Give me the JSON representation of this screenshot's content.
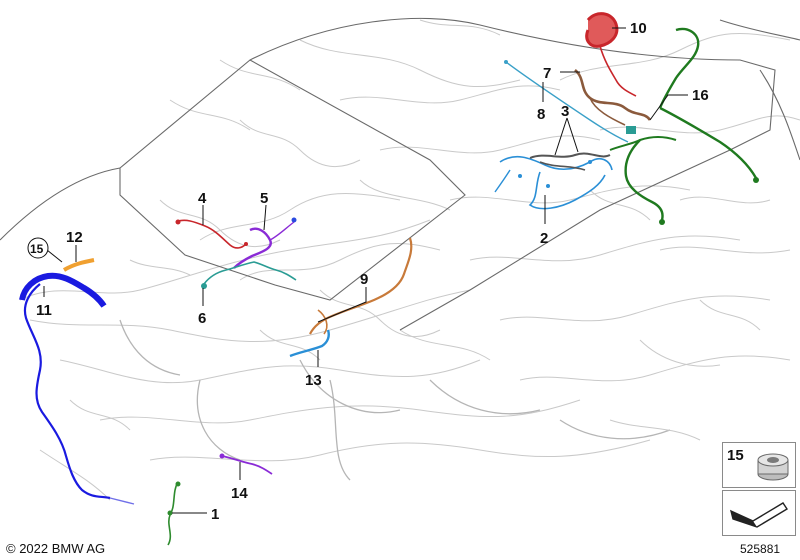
{
  "footer": {
    "copyright": "© 2022 BMW AG",
    "image_id": "525881"
  },
  "callouts": [
    {
      "id": "1",
      "label": "1"
    },
    {
      "id": "2",
      "label": "2"
    },
    {
      "id": "3",
      "label": "3"
    },
    {
      "id": "4",
      "label": "4"
    },
    {
      "id": "5",
      "label": "5"
    },
    {
      "id": "6",
      "label": "6"
    },
    {
      "id": "7",
      "label": "7"
    },
    {
      "id": "8",
      "label": "8"
    },
    {
      "id": "9",
      "label": "9"
    },
    {
      "id": "10",
      "label": "10"
    },
    {
      "id": "11",
      "label": "11"
    },
    {
      "id": "12",
      "label": "12"
    },
    {
      "id": "13",
      "label": "13"
    },
    {
      "id": "14",
      "label": "14"
    },
    {
      "id": "15",
      "label": "15"
    },
    {
      "id": "16",
      "label": "16"
    }
  ],
  "legend": {
    "part_label": "15"
  },
  "colors": {
    "harness_1": "#2e8b2e",
    "harness_2": "#2a8fd6",
    "harness_3": "#555555",
    "harness_4": "#c8262b",
    "harness_5": "#8a2bd6",
    "harness_6": "#2a9c94",
    "harness_7": "#8b5a3c",
    "harness_8": "#3aa0c8",
    "harness_9": "#c87a3a",
    "harness_10": "#c8262b",
    "harness_11": "#1a1ae0",
    "harness_12": "#f0a030",
    "harness_13": "#2a8fd6",
    "harness_14": "#8a2bd6",
    "harness_16": "#1f7a1f"
  }
}
